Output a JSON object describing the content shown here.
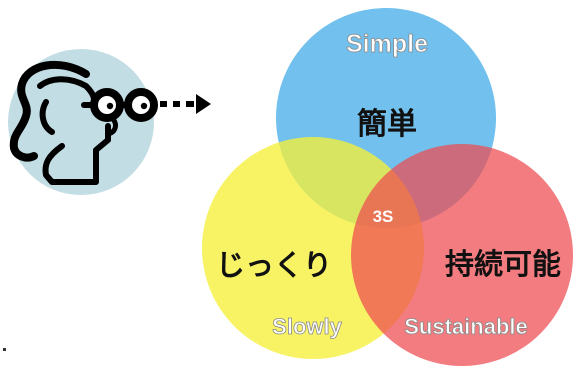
{
  "circles": {
    "top": {
      "english": "Simple",
      "japanese": "簡単",
      "color": "#4aaee8"
    },
    "left": {
      "english": "Slowly",
      "japanese": "じっくり",
      "color": "#f5ef3a"
    },
    "right": {
      "english": "Sustainable",
      "japanese": "持続可能",
      "color": "#ef4a4f"
    }
  },
  "center_label": "3S",
  "icons": {
    "person": "person-with-glasses-icon",
    "arrow": "dashed-arrow-icon"
  }
}
